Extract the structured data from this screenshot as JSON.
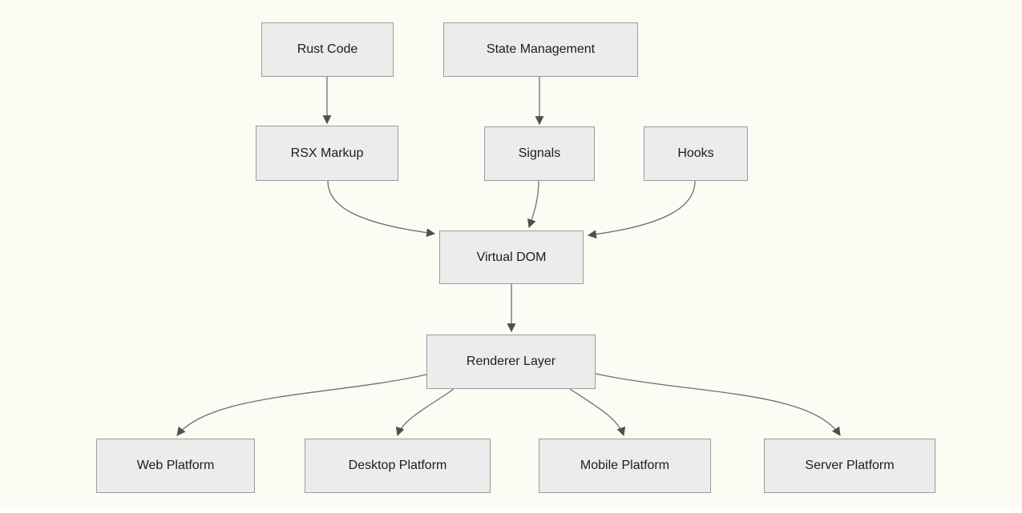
{
  "diagram": {
    "type": "flowchart-top-down",
    "colors": {
      "background": "#fcfbf4",
      "node_fill": "#ececec",
      "node_border": "#9c9c9c",
      "edge_line": "#6f6f6f",
      "arrowhead": "#4f4f4f",
      "text": "#1c1c1c"
    },
    "nodes": [
      {
        "id": "rust-code",
        "label": "Rust Code"
      },
      {
        "id": "state-management",
        "label": "State Management"
      },
      {
        "id": "rsx-markup",
        "label": "RSX Markup"
      },
      {
        "id": "signals",
        "label": "Signals"
      },
      {
        "id": "hooks",
        "label": "Hooks"
      },
      {
        "id": "virtual-dom",
        "label": "Virtual DOM"
      },
      {
        "id": "renderer-layer",
        "label": "Renderer Layer"
      },
      {
        "id": "web-platform",
        "label": "Web Platform"
      },
      {
        "id": "desktop-platform",
        "label": "Desktop Platform"
      },
      {
        "id": "mobile-platform",
        "label": "Mobile Platform"
      },
      {
        "id": "server-platform",
        "label": "Server Platform"
      }
    ],
    "edges": [
      {
        "from": "Rust Code",
        "to": "RSX Markup"
      },
      {
        "from": "State Management",
        "to": "Signals"
      },
      {
        "from": "RSX Markup",
        "to": "Virtual DOM"
      },
      {
        "from": "Signals",
        "to": "Virtual DOM"
      },
      {
        "from": "Hooks",
        "to": "Virtual DOM"
      },
      {
        "from": "Virtual DOM",
        "to": "Renderer Layer"
      },
      {
        "from": "Renderer Layer",
        "to": "Web Platform"
      },
      {
        "from": "Renderer Layer",
        "to": "Desktop Platform"
      },
      {
        "from": "Renderer Layer",
        "to": "Mobile Platform"
      },
      {
        "from": "Renderer Layer",
        "to": "Server Platform"
      }
    ]
  }
}
